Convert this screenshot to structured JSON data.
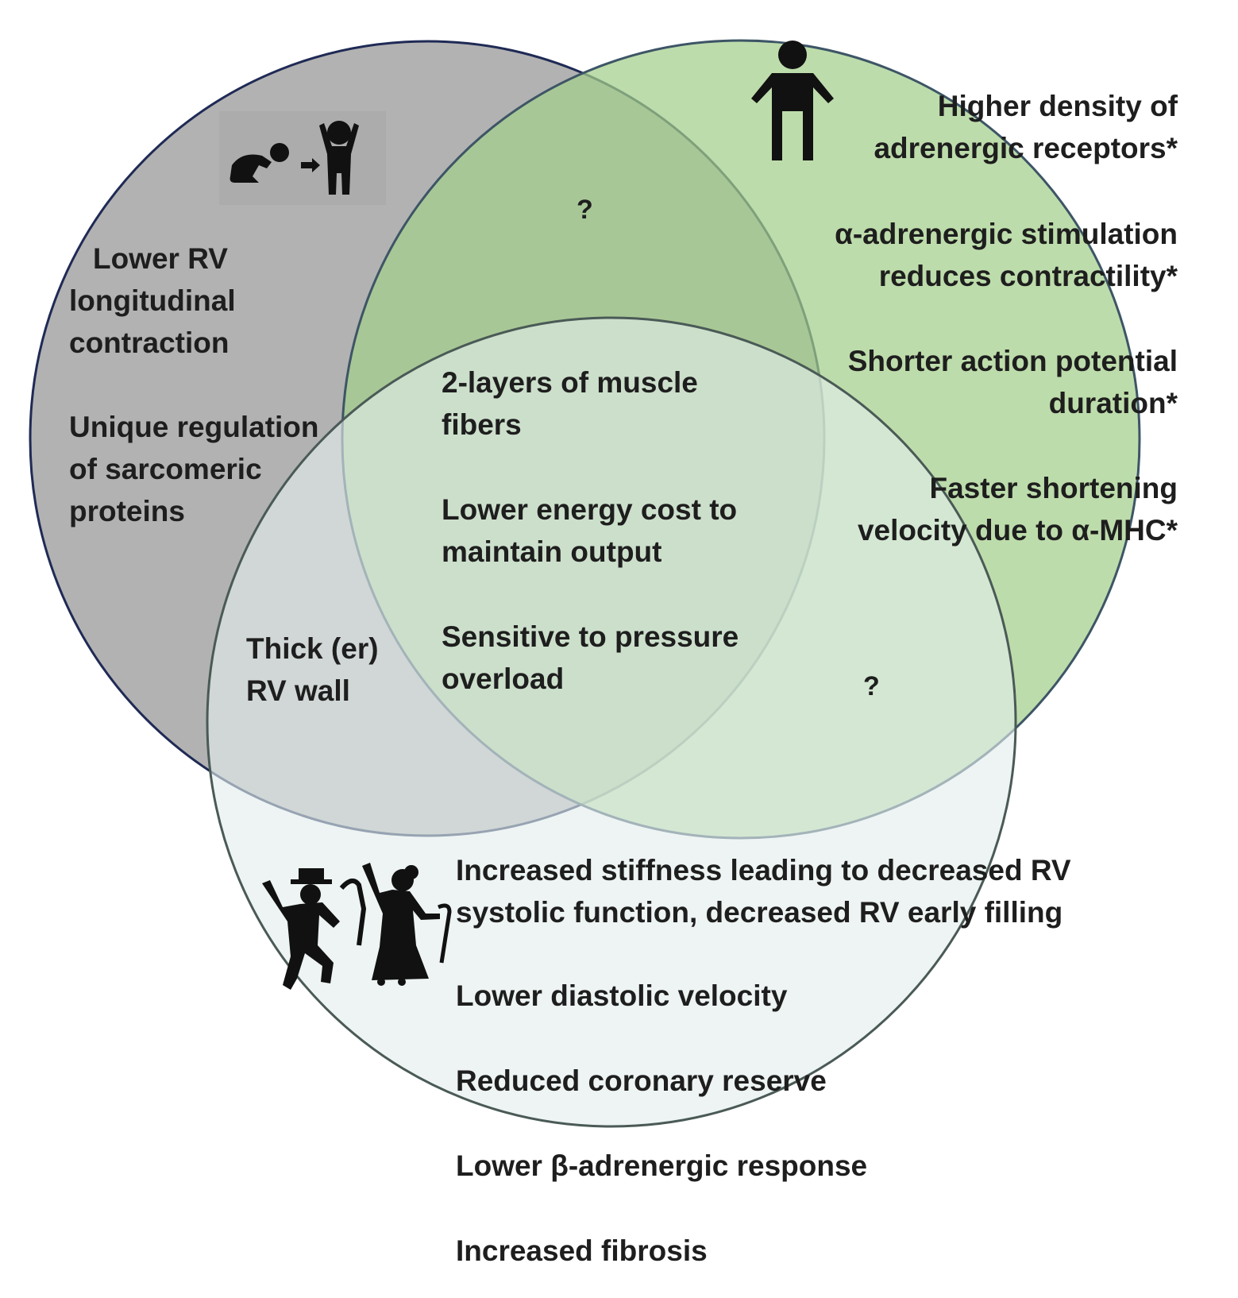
{
  "colors": {
    "child_circle_fill": "#b2b2b2",
    "child_circle_stroke": "#1f2a55",
    "adult_circle_fill": "#a4cf8a",
    "adult_circle_stroke": "#3d5566",
    "elderly_circle_fill": "#e2eeec",
    "elderly_circle_stroke": "#4a5a56",
    "text": "#1e1e1e",
    "icons": "#111111"
  },
  "icons": {
    "child": "crawling-baby-to-toddler-icon",
    "adult": "adult-person-icon",
    "elderly": "elderly-couple-icon"
  },
  "child": {
    "item1": [
      "Lower RV",
      "longitudinal",
      "contraction"
    ],
    "item2": [
      "Unique regulation",
      "of sarcomeric",
      "proteins"
    ]
  },
  "adult": {
    "item1": [
      "Higher density of",
      "adrenergic receptors*"
    ],
    "item2": [
      "α-adrenergic stimulation",
      "reduces contractility*"
    ],
    "item3": [
      "Shorter action potential",
      "duration*"
    ],
    "item4": [
      "Faster shortening",
      "velocity due to α-MHC*"
    ]
  },
  "child_adult_overlap": "?",
  "adult_elderly_overlap": "?",
  "child_elderly_overlap": [
    "Thick (er)",
    "RV wall"
  ],
  "center": {
    "item1": [
      "2-layers of muscle",
      "fibers"
    ],
    "item2": [
      "Lower energy cost to",
      "maintain output"
    ],
    "item3": [
      "Sensitive to pressure",
      "overload"
    ]
  },
  "elderly": {
    "item1": [
      "Increased stiffness leading to decreased RV",
      "systolic function, decreased RV early filling"
    ],
    "item2": "Lower diastolic velocity",
    "item3": "Reduced coronary reserve",
    "item4": "Lower β-adrenergic response",
    "item5": "Increased fibrosis"
  }
}
